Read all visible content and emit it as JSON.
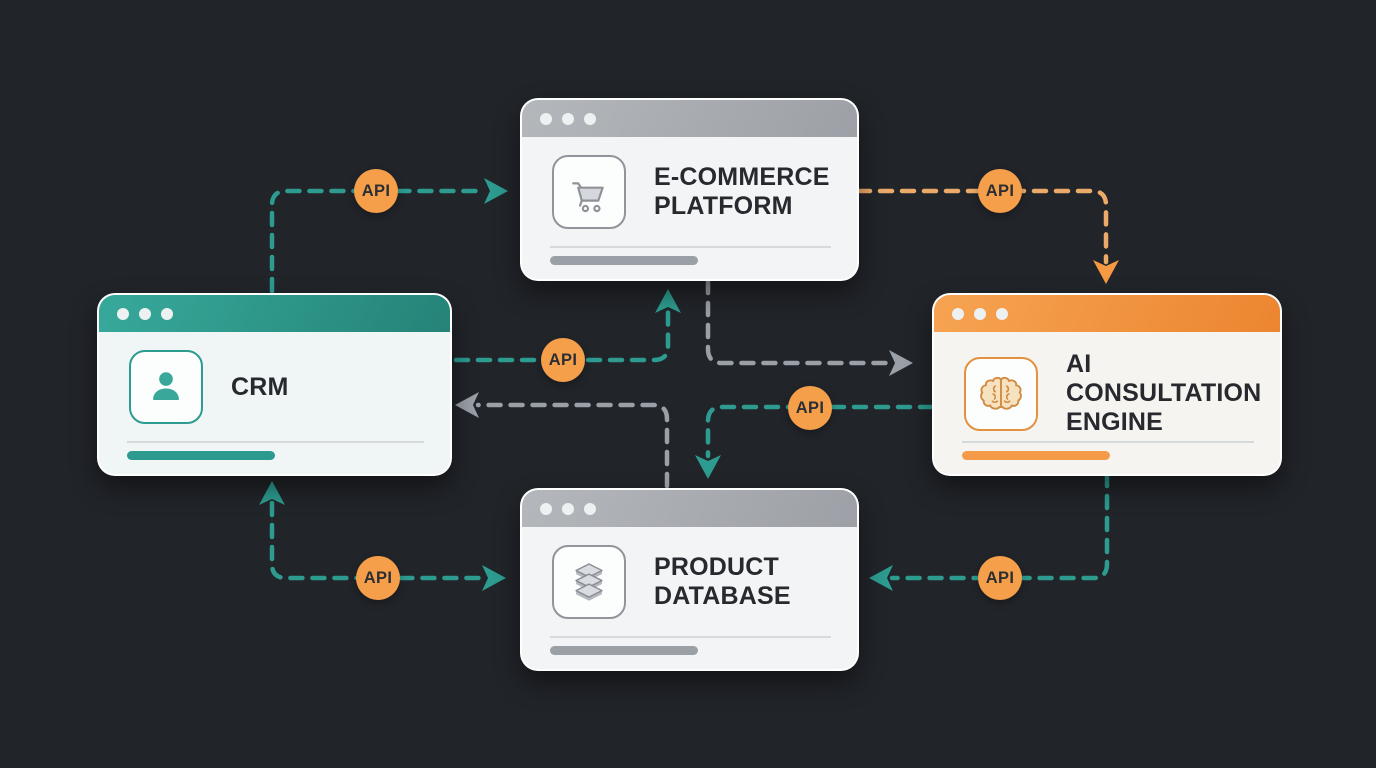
{
  "colors": {
    "background": "#212429",
    "teal": "#2d9b8f",
    "orange_line": "#ecaa6a",
    "orange_arrow": "#f59a42",
    "gray_line": "#9aa0a8",
    "badge_bg": "#f59f4a",
    "badge_text": "#2b2e33",
    "card_body": "#f2f4f5",
    "title_text": "#27292e"
  },
  "nodes": [
    {
      "id": "ecommerce",
      "title": "E-COMMERCE PLATFORM",
      "icon": "shopping-cart-icon",
      "accent": "gray"
    },
    {
      "id": "crm",
      "title": "CRM",
      "icon": "user-icon",
      "accent": "teal"
    },
    {
      "id": "ai",
      "title": "AI CONSULTATION ENGINE",
      "icon": "brain-icon",
      "accent": "orange"
    },
    {
      "id": "db",
      "title": "PRODUCT DATABASE",
      "icon": "database-icon",
      "accent": "gray"
    }
  ],
  "connectors": [
    {
      "id": "crm-top-to-ecommerce",
      "from": "crm",
      "to": "ecommerce",
      "color": "teal",
      "label": "API"
    },
    {
      "id": "ecommerce-to-ai-top",
      "from": "ecommerce",
      "to": "ai",
      "color": "orange",
      "label": "API"
    },
    {
      "id": "crm-right-to-ecommerce-bottom",
      "from": "crm",
      "to": "ecommerce",
      "color": "teal",
      "label": "API"
    },
    {
      "id": "ecommerce-bottom-to-ai-left",
      "from": "ecommerce",
      "to": "ai",
      "color": "gray",
      "label": ""
    },
    {
      "id": "ai-left-to-db-top",
      "from": "ai",
      "to": "db",
      "color": "teal",
      "label": "API"
    },
    {
      "id": "db-top-to-crm-right",
      "from": "db",
      "to": "crm",
      "color": "gray",
      "label": ""
    },
    {
      "id": "crm-bottom-to-db-left",
      "from": "crm",
      "to": "db",
      "color": "teal",
      "label": "API",
      "bidirectional": true
    },
    {
      "id": "ai-bottom-to-db-right",
      "from": "ai",
      "to": "db",
      "color": "teal",
      "label": "API"
    }
  ]
}
